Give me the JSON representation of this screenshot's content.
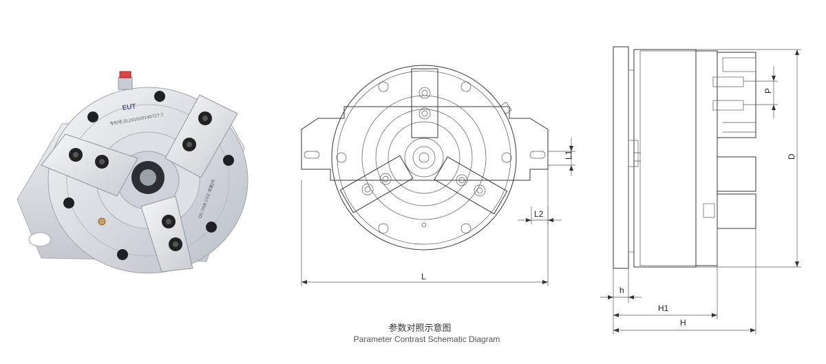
{
  "photo": {
    "brand_logo": "EUT",
    "patent_text": "专利号:ZL201020140727.7",
    "model_text": "QG OSB CO2 涨套J作"
  },
  "front_view": {
    "labels": {
      "L": "L",
      "L1": "L1",
      "L2": "L2"
    }
  },
  "side_view": {
    "labels": {
      "D": "D",
      "P": "P",
      "h": "h",
      "H1": "H1",
      "H": "H"
    }
  },
  "caption": {
    "title_cn": "参数对照示意图",
    "title_en": "Parameter Contrast Schematic Diagram"
  }
}
